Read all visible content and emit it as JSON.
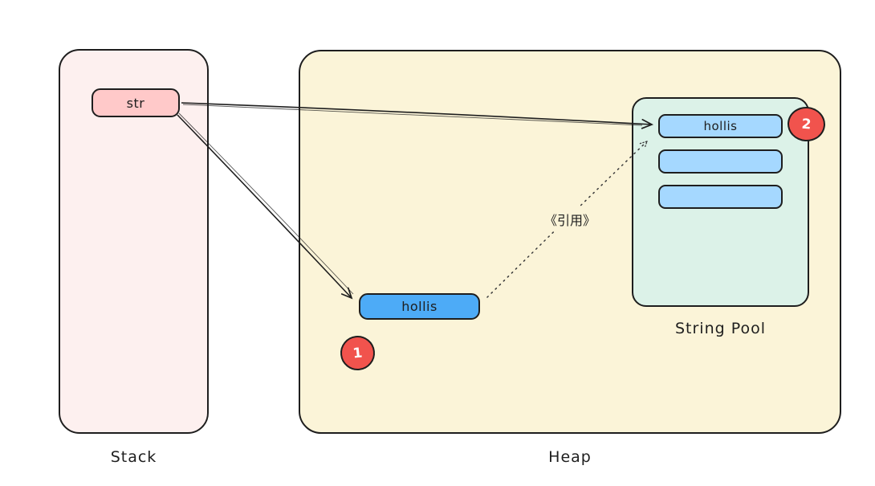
{
  "diagram": {
    "stack": {
      "label": "Stack",
      "variable": "str"
    },
    "heap": {
      "label": "Heap",
      "object": "hollis"
    },
    "string_pool": {
      "label": "String Pool",
      "rows": [
        "hollis",
        "",
        ""
      ]
    },
    "reference_label": "《引用》",
    "badges": [
      "1",
      "2"
    ],
    "colors": {
      "stroke": "#1e1e1e",
      "stack_fill": "#fdf0ef",
      "variable_fill": "#ffc9c9",
      "heap_fill": "#fbf4d8",
      "pool_fill": "#dcf2e8",
      "pool_row_fill": "#a5d8ff",
      "heap_object_fill": "#4dabf7",
      "badge_fill": "#f1534d",
      "badge_text": "#ffffff"
    }
  }
}
